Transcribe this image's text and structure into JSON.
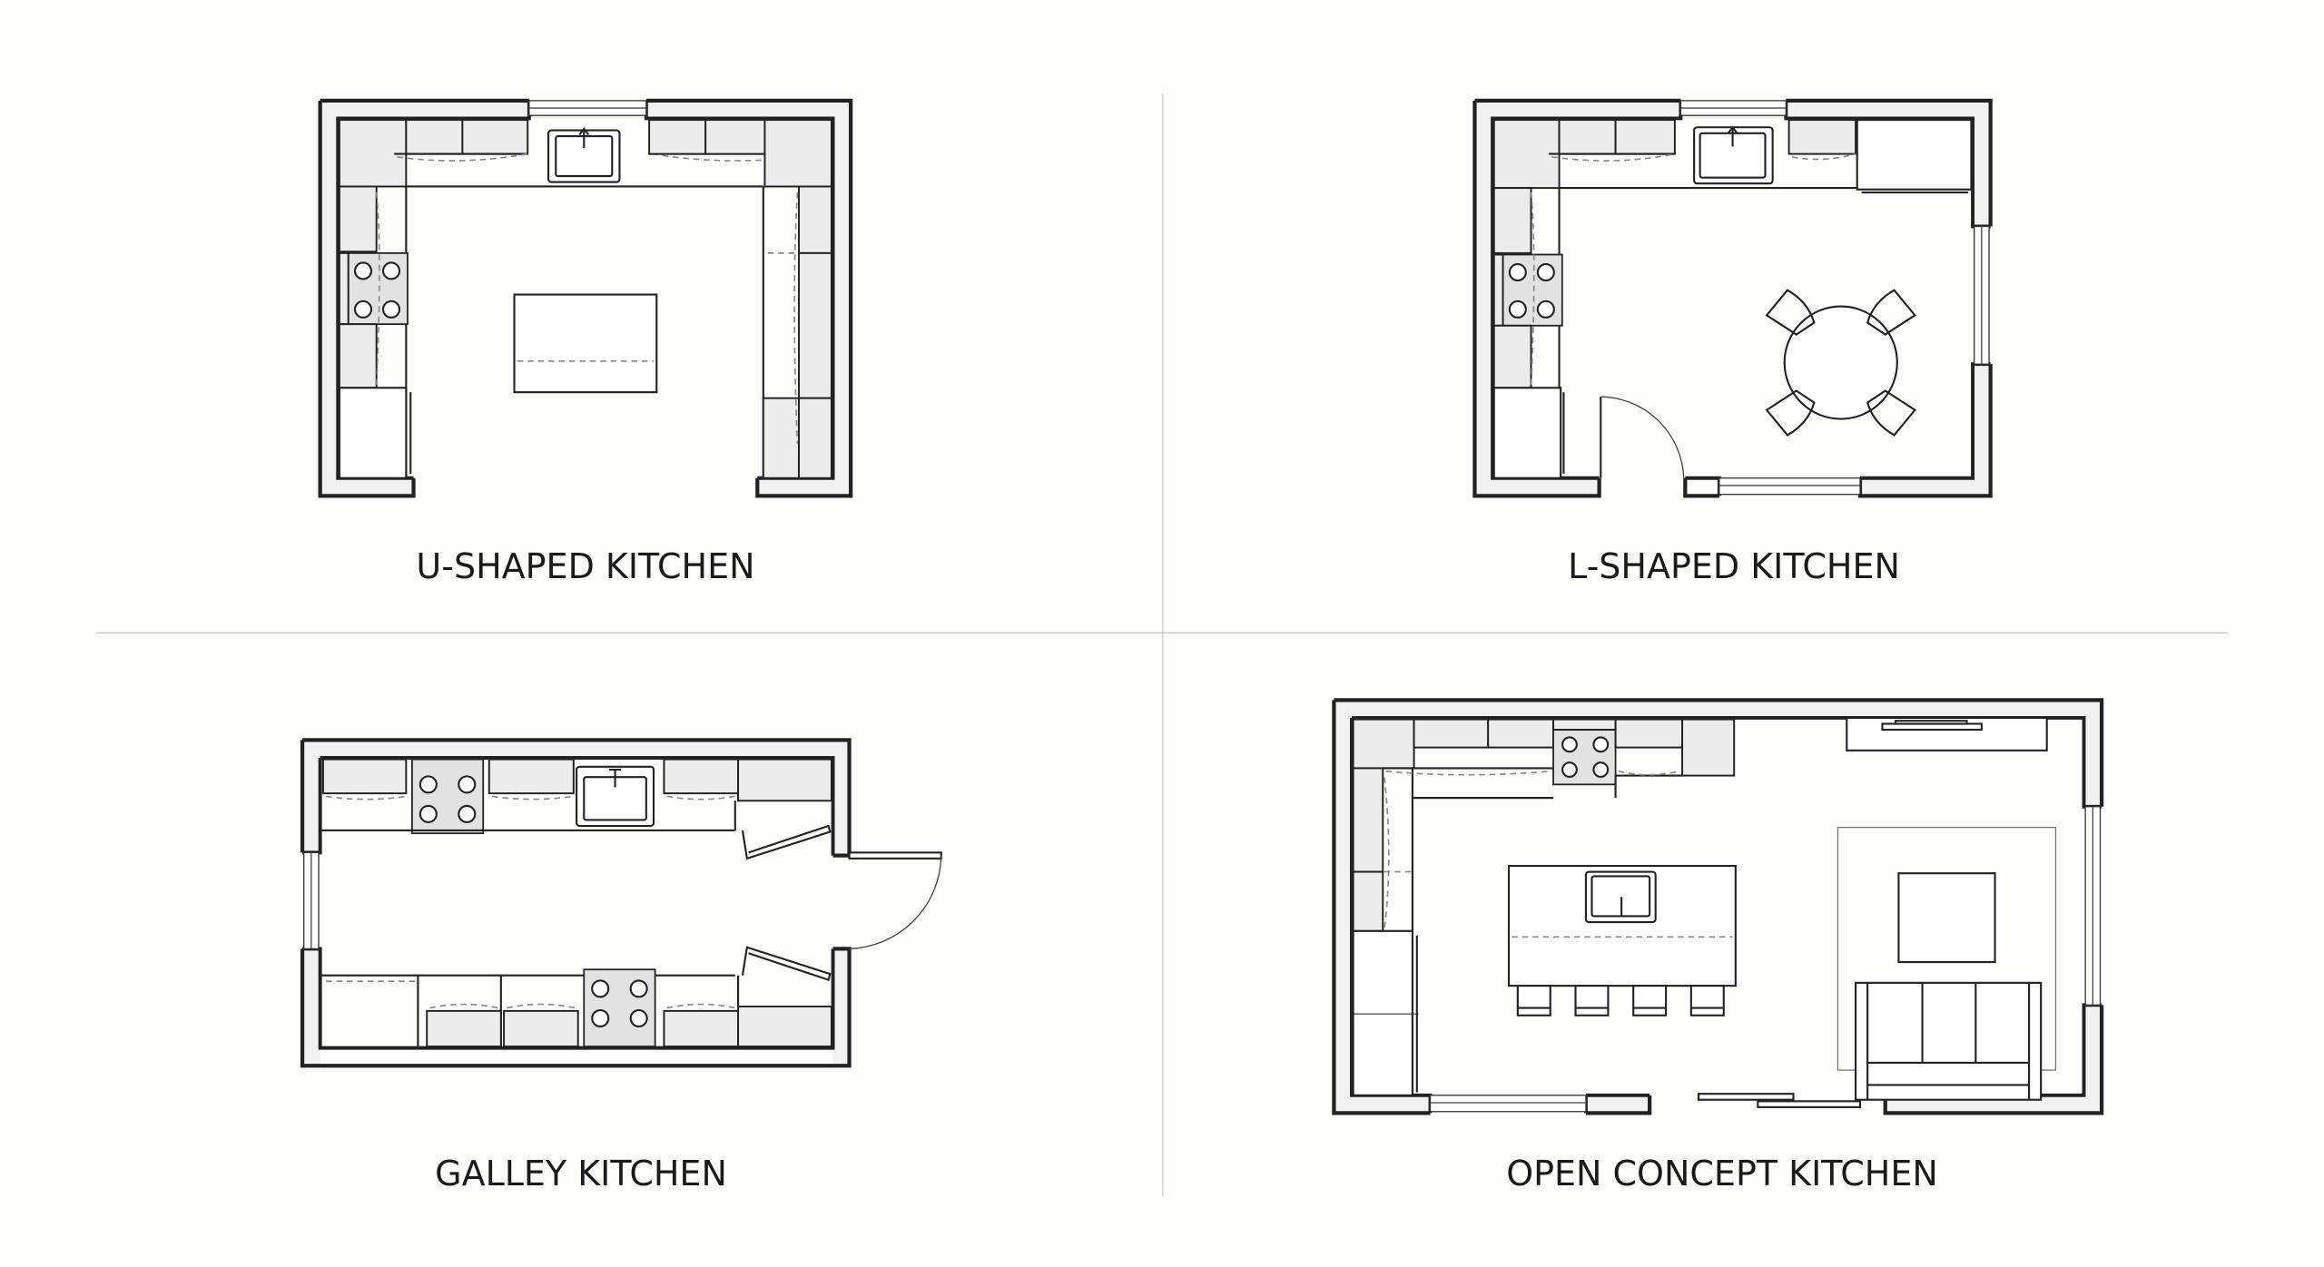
{
  "figure": {
    "background": "#fdfdfc",
    "line_color": "#111111",
    "divider_color": "#c9c9c9",
    "panels": [
      {
        "id": "u-shaped",
        "label": "U-SHAPED KITCHEN"
      },
      {
        "id": "l-shaped",
        "label": "L-SHAPED KITCHEN"
      },
      {
        "id": "galley",
        "label": "GALLEY KITCHEN"
      },
      {
        "id": "open-concept",
        "label": "OPEN CONCEPT KITCHEN"
      }
    ]
  }
}
